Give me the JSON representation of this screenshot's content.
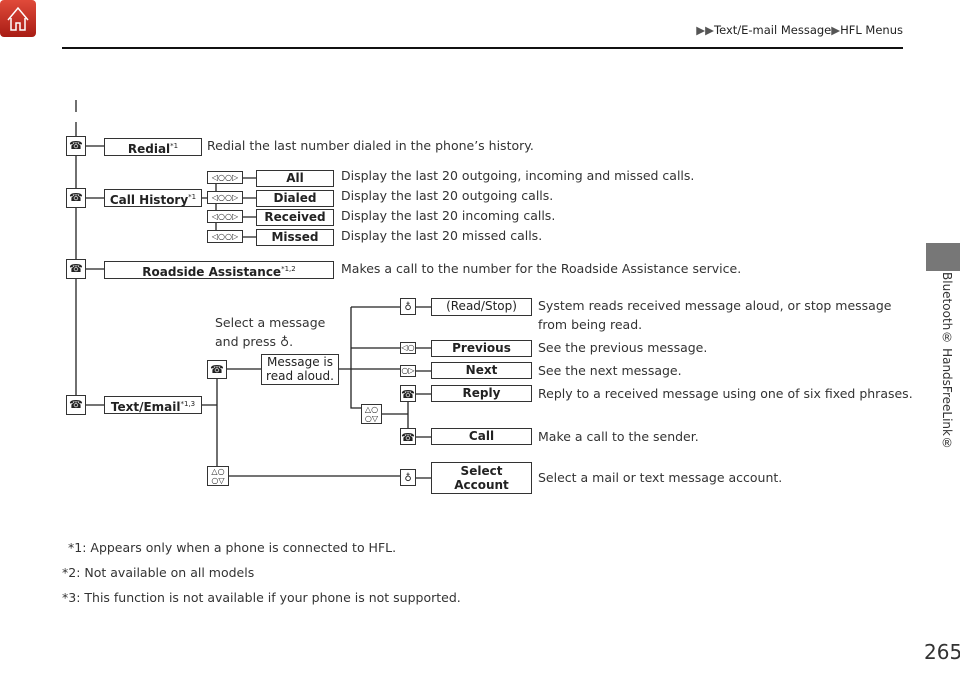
{
  "header": {
    "breadcrumb": [
      "Text/E-mail Message",
      "HFL Menus"
    ],
    "home_icon": "home-icon"
  },
  "sidebar": {
    "section_title": "Bluetooth® HandsFreeLink®"
  },
  "menu": {
    "redial": {
      "label": "Redial",
      "note": "*1",
      "desc": "Redial the last number dialed in the phone’s history."
    },
    "call_history": {
      "label": "Call History",
      "note": "*1",
      "items": [
        {
          "label": "All",
          "desc": "Display the last 20 outgoing, incoming and missed calls."
        },
        {
          "label": "Dialed",
          "desc": "Display the last 20 outgoing calls."
        },
        {
          "label": "Received",
          "desc": "Display the last 20 incoming calls."
        },
        {
          "label": "Missed",
          "desc": "Display the last 20 missed calls."
        }
      ]
    },
    "roadside": {
      "label": "Roadside Assistance",
      "note": "*1,2",
      "desc": "Makes a call to the number for the Roadside Assistance service."
    },
    "text_email": {
      "label": "Text/Email",
      "note": "*1,3",
      "instruction_1": "Select a message",
      "instruction_2": "and press",
      "read_aloud_1": "Message is",
      "read_aloud_2": "read aloud.",
      "items": [
        {
          "label": "(Read/Stop)",
          "desc_1": "System reads received message aloud, or stop message",
          "desc_2": "from being read."
        },
        {
          "label": "Previous",
          "desc": "See the previous message."
        },
        {
          "label": "Next",
          "desc": "See the next message."
        },
        {
          "label": "Reply",
          "desc": "Reply to a received message using one of six fixed phrases."
        },
        {
          "label": "Call",
          "desc": "Make a call to the sender."
        },
        {
          "label_1": "Select",
          "label_2": "Account",
          "desc": "Select a mail or text message account."
        }
      ]
    }
  },
  "footnotes": [
    "*1: Appears only when a phone is connected to HFL.",
    "*2: Not available on all models",
    "*3: This function is not available if your phone is not supported."
  ],
  "page_number": "265",
  "colors": {
    "home": "#c0281e",
    "sidebar_tab": "#777777"
  }
}
